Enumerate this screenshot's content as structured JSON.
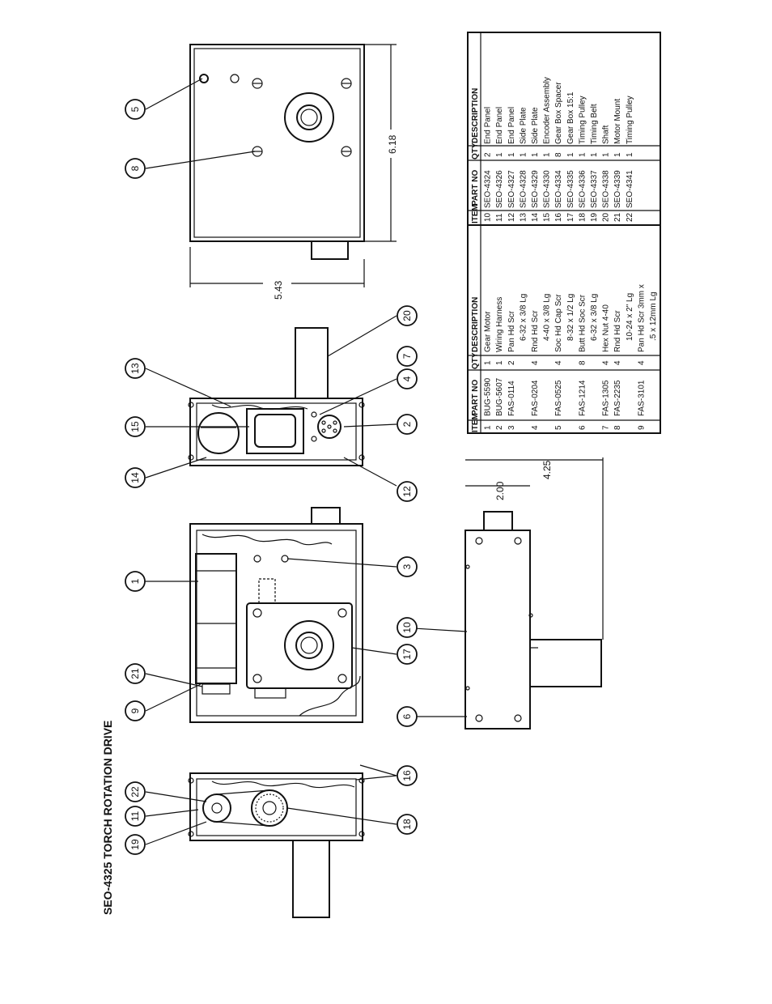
{
  "title": "SEO-4325 TORCH ROTATION DRIVE",
  "dimensions": {
    "overall_width": "6.18",
    "overall_height": "5.43",
    "shaft_height": "2.00",
    "total_depth": "4.25"
  },
  "balloons": [
    "1",
    "2",
    "3",
    "4",
    "5",
    "6",
    "7",
    "8",
    "9",
    "10",
    "11",
    "12",
    "13",
    "14",
    "15",
    "16",
    "17",
    "18",
    "19",
    "20",
    "21",
    "22"
  ],
  "table_headers": {
    "item": "ITEM",
    "part_no": "PART NO",
    "qty": "QTY",
    "description": "DESCRIPTION"
  },
  "parts_left": [
    {
      "item": "1",
      "part_no": "BUG-5590",
      "qty": "1",
      "desc": "Gear Motor"
    },
    {
      "item": "2",
      "part_no": "BUG-5607",
      "qty": "1",
      "desc": "Wiring Harness"
    },
    {
      "item": "3",
      "part_no": "FAS-0114",
      "qty": "2",
      "desc": "Pan Hd Scr"
    },
    {
      "item": "",
      "part_no": "",
      "qty": "",
      "desc": "6-32 x 3/8 Lg"
    },
    {
      "item": "4",
      "part_no": "FAS-0204",
      "qty": "4",
      "desc": "Rnd Hd Scr"
    },
    {
      "item": "",
      "part_no": "",
      "qty": "",
      "desc": "4-40 x 3/8 Lg"
    },
    {
      "item": "5",
      "part_no": "FAS-0525",
      "qty": "4",
      "desc": "Soc Hd Cap Scr"
    },
    {
      "item": "",
      "part_no": "",
      "qty": "",
      "desc": "8-32 x 1/2 Lg"
    },
    {
      "item": "6",
      "part_no": "FAS-1214",
      "qty": "8",
      "desc": "Butt Hd Soc Scr"
    },
    {
      "item": "",
      "part_no": "",
      "qty": "",
      "desc": "6-32 x 3/8 Lg"
    },
    {
      "item": "7",
      "part_no": "FAS-1305",
      "qty": "4",
      "desc": "Hex Nut 4-40"
    },
    {
      "item": "8",
      "part_no": "FAS-2235",
      "qty": "4",
      "desc": "Rnd Hd Scr"
    },
    {
      "item": "",
      "part_no": "",
      "qty": "",
      "desc": "10-24 x 2\" Lg"
    },
    {
      "item": "9",
      "part_no": "FAS-3101",
      "qty": "4",
      "desc": "Pan Hd Scr 3mm x"
    },
    {
      "item": "",
      "part_no": "",
      "qty": "",
      "desc": ".5 x 12mm Lg"
    }
  ],
  "parts_right": [
    {
      "item": "10",
      "part_no": "SEO-4324",
      "qty": "2",
      "desc": "End Panel"
    },
    {
      "item": "11",
      "part_no": "SEO-4326",
      "qty": "1",
      "desc": "End Panel"
    },
    {
      "item": "12",
      "part_no": "SEO-4327",
      "qty": "1",
      "desc": "End Panel"
    },
    {
      "item": "13",
      "part_no": "SEO-4328",
      "qty": "1",
      "desc": "Side Plate"
    },
    {
      "item": "14",
      "part_no": "SEO-4329",
      "qty": "1",
      "desc": "Side Plate"
    },
    {
      "item": "15",
      "part_no": "SEO-4330",
      "qty": "1",
      "desc": "Encoder Assembly"
    },
    {
      "item": "16",
      "part_no": "SEO-4334",
      "qty": "8",
      "desc": "Gear Box Spacer"
    },
    {
      "item": "17",
      "part_no": "SEO-4335",
      "qty": "1",
      "desc": "Gear Box 15:1"
    },
    {
      "item": "18",
      "part_no": "SEO-4336",
      "qty": "1",
      "desc": "Timing Pulley"
    },
    {
      "item": "19",
      "part_no": "SEO-4337",
      "qty": "1",
      "desc": "Timing Belt"
    },
    {
      "item": "20",
      "part_no": "SEO-4338",
      "qty": "1",
      "desc": "Shaft"
    },
    {
      "item": "21",
      "part_no": "SEO-4339",
      "qty": "1",
      "desc": "Motor Mount"
    },
    {
      "item": "22",
      "part_no": "SEO-4341",
      "qty": "1",
      "desc": "Timing Pulley"
    }
  ]
}
